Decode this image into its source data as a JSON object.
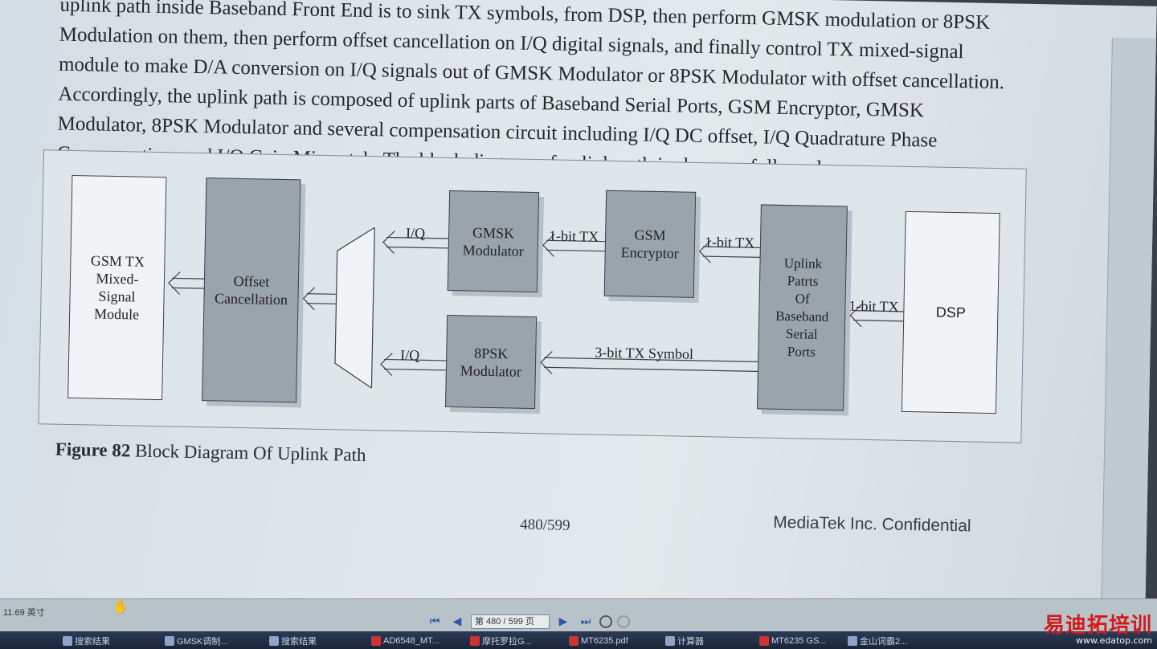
{
  "document": {
    "paragraph": "uplink path inside Baseband Front End is to sink TX symbols, from DSP, then perform GMSK modulation or 8PSK Modulation on them, then perform offset cancellation on I/Q digital signals, and finally control TX mixed-signal module to make D/A conversion on I/Q signals out of GMSK Modulator or 8PSK Modulator with offset cancellation. Accordingly, the uplink path is composed of uplink parts of Baseband Serial Ports, GSM Encryptor, GMSK Modulator, 8PSK Modulator and several compensation circuit including I/Q DC offset, I/Q Quadrature Phase Compensation, and I/Q Gain Mismatch. The block diagram of uplink path is shownas followed.",
    "figure": {
      "blocks": {
        "gsm_tx": "GSM  TX\nMixed-\nSignal\nModule",
        "offset": "Offset\nCancellation",
        "gmsk": "GMSK\nModulator",
        "encryptor": "GSM\nEncryptor",
        "uplink_ports": "Uplink\nPatrts\nOf\nBaseband\nSerial\nPorts",
        "psk8": "8PSK\nModulator",
        "dsp": "DSP"
      },
      "labels": {
        "iq_top": "I/Q",
        "iq_bottom": "I/Q",
        "tx_gmsk": "1-bit TX",
        "tx_encryptor": "1-bit TX",
        "tx_dsp": "1-bit TX",
        "symbol": "3-bit TX Symbol"
      },
      "caption_bold": "Figure 82",
      "caption_text": " Block Diagram Of Uplink Path"
    },
    "page_number": "480/599",
    "confidential": "MediaTek Inc. Confidential"
  },
  "statusbar": {
    "size_readout": "11.69 英寸",
    "page_box": "第 480 / 599 页",
    "hand_icon": "hand-tool-icon"
  },
  "taskbar": {
    "items": [
      "搜索结果",
      "GMSK调制...",
      "搜索结果",
      "AD6548_MT...",
      "摩托罗拉G...",
      "MT6235.pdf",
      "计算器",
      "MT6235 GS...",
      "金山词霸2..."
    ]
  },
  "watermark": {
    "cn": "易迪拓培训",
    "url": "www.edatop.com"
  }
}
